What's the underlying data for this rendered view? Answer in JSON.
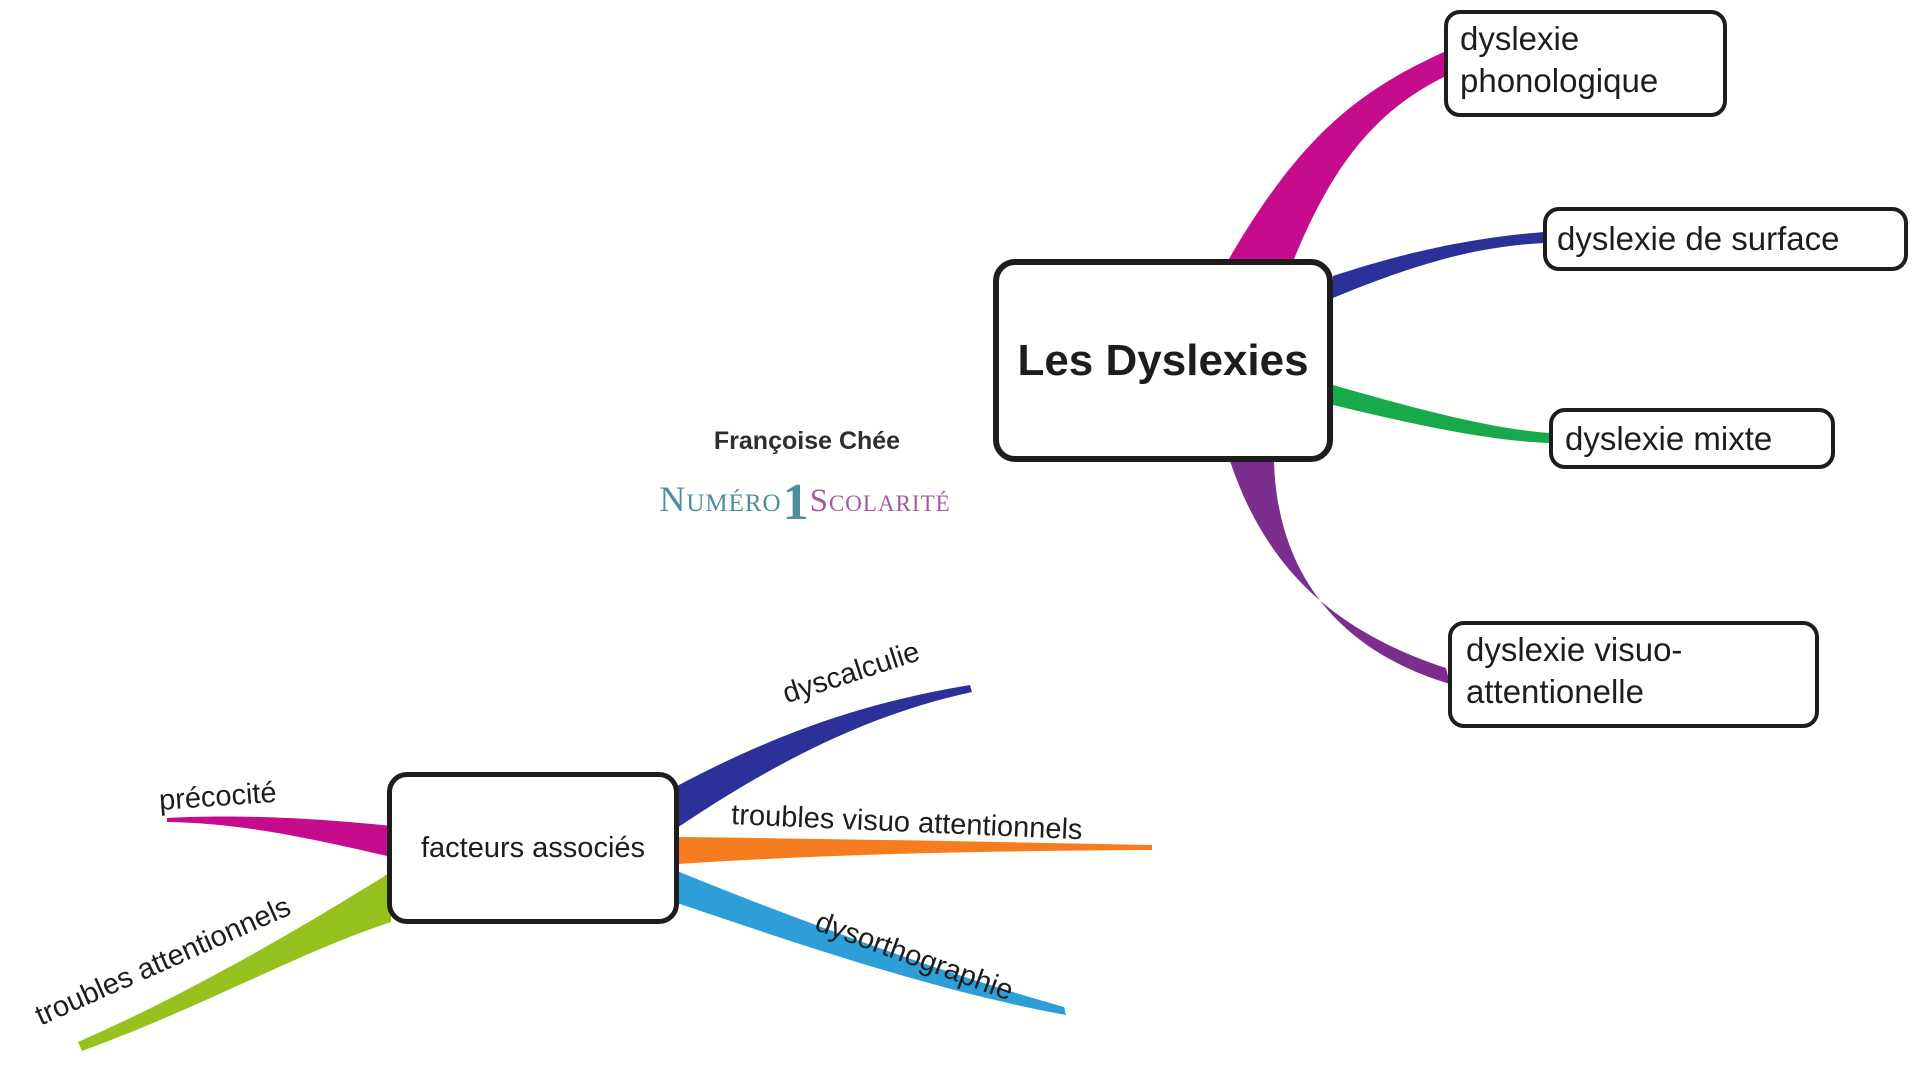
{
  "colors": {
    "lime": "#97c11f",
    "magenta": "#c40c8c",
    "navy": "#2b3198",
    "green": "#17a94c",
    "purple": "#7b2e8e",
    "orange": "#f57d20",
    "sky": "#2d9fd6",
    "text": "#1d1d1d",
    "logo_teal": "#4d8e9d",
    "logo_mauve": "#a35b9e"
  },
  "main_map": {
    "center": {
      "label": "Les Dyslexies",
      "border_color": "#97c11f"
    },
    "branches": [
      {
        "label": "dyslexie phonologique",
        "color": "#c40c8c"
      },
      {
        "label": "dyslexie de surface",
        "color": "#2b3198"
      },
      {
        "label": "dyslexie mixte",
        "color": "#17a94c"
      },
      {
        "label": "dyslexie visuo-attentionelle",
        "color": "#7b2e8e"
      }
    ]
  },
  "factors_map": {
    "center": {
      "label": "facteurs associés",
      "border_color": "#97c11f"
    },
    "branches": [
      {
        "label": "précocité",
        "color": "#c40c8c"
      },
      {
        "label": "dyscalculie",
        "color": "#2b3198"
      },
      {
        "label": "troubles visuo attentionnels",
        "color": "#f57d20"
      },
      {
        "label": "dysorthographie",
        "color": "#2d9fd6"
      },
      {
        "label": "troubles attentionnels",
        "color": "#97c11f"
      }
    ]
  },
  "credits": {
    "author": "Françoise Chée",
    "logo": {
      "numero": "Numéro",
      "one": "1",
      "scolarite": "Scolarité"
    }
  }
}
